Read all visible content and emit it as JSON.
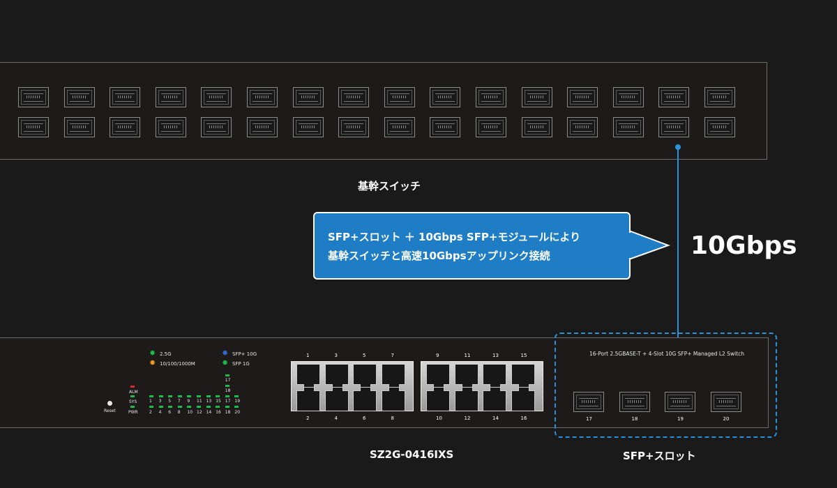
{
  "core_switch": {
    "label": "基幹スイッチ",
    "ports_per_row": 16,
    "rows": 2
  },
  "callout": {
    "line1": "SFP+スロット ＋ 10Gbps SFP+モジュールにより",
    "line2": "基幹スイッチと高速10Gbpsアップリンク接続"
  },
  "link_speed": "10Gbps",
  "access_switch": {
    "model": "SZ2G-0416IXS",
    "description": "16-Port 2.5GBASE-T + 4-Slot 10G SFP+ Managed L2 Switch",
    "reset_label": "Reset",
    "status_leds": [
      "ALM",
      "SYS",
      "PWR"
    ],
    "legend": [
      {
        "label": "2.5G",
        "color": "#1ebc49"
      },
      {
        "label": "10/100/1000M",
        "color": "#f0a020"
      },
      {
        "label": "SFP+ 10G",
        "color": "#2a6fd8"
      },
      {
        "label": "SFP 1G",
        "color": "#1ebc49"
      }
    ],
    "led_numbers_top": [
      "1",
      "3",
      "5",
      "7",
      "9",
      "11",
      "13",
      "15",
      "17",
      "19"
    ],
    "led_numbers_bottom": [
      "2",
      "4",
      "6",
      "8",
      "10",
      "12",
      "14",
      "16",
      "18",
      "20"
    ],
    "rj45_top_left": [
      "1",
      "3",
      "5",
      "7"
    ],
    "rj45_bottom_left": [
      "2",
      "4",
      "6",
      "8"
    ],
    "rj45_top_right": [
      "9",
      "11",
      "13",
      "15"
    ],
    "rj45_bottom_right": [
      "10",
      "12",
      "14",
      "16"
    ],
    "sfp_ports": [
      "17",
      "18",
      "19",
      "20"
    ]
  },
  "sfp_slot_label": "SFP+スロット",
  "colors": {
    "background": "#1b1a1a",
    "callout": "#1f7dc5",
    "link": "#2a92d9"
  }
}
